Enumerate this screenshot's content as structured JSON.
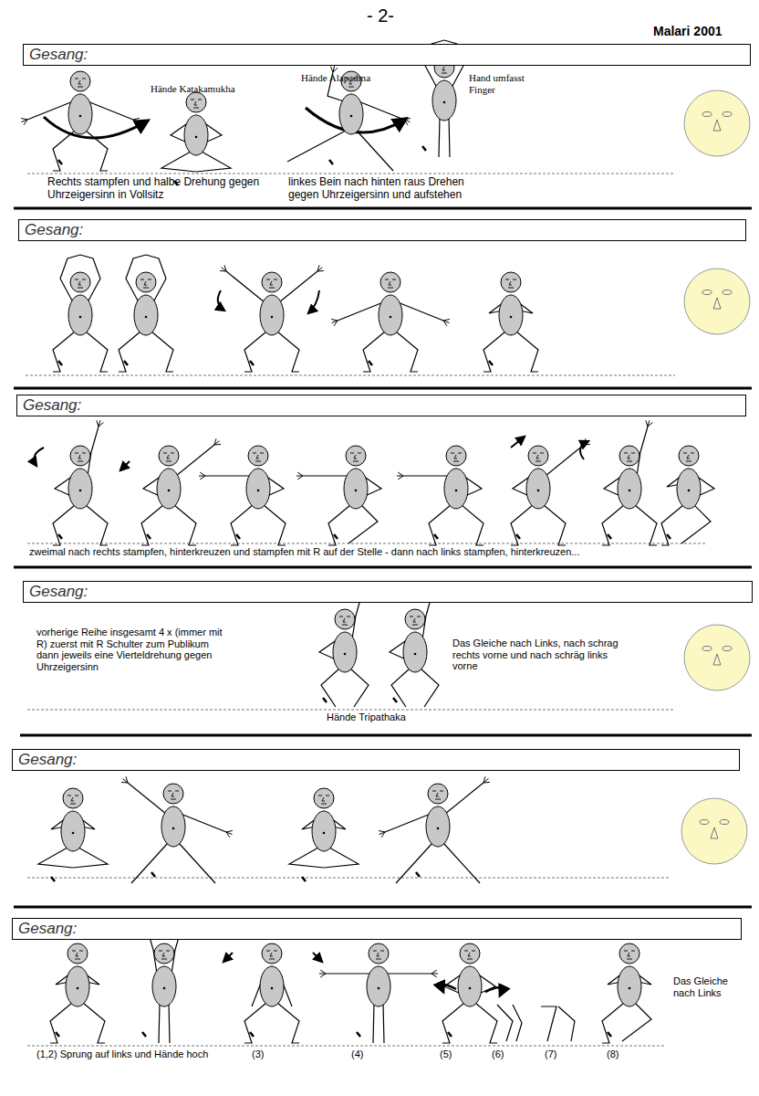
{
  "diagram": {
    "nodes": [
      {
        "text": [
          "Gesang:"
        ]
      },
      {
        "text": [
          "Gesang:"
        ]
      },
      {
        "text": [
          "Gesang:"
        ]
      },
      {
        "text": [
          "Gesang:"
        ]
      },
      {
        "text": [
          "Gesang:"
        ]
      },
      {
        "text": [
          "Gesang:"
        ]
      }
    ],
    "labels": [
      "- 2-",
      "Malari 2001",
      "Hände Katakamukha",
      "Hände Alapadma",
      "Hand umfasst Finger",
      "Rechts stampfen und halbe Drehung gegen Uhrzeigersinn in Vollsitz",
      "linkes Bein nach hinten raus Drehen gegen Uhrzeigersinn und aufstehen",
      "zweimal nach rechts stampfen, hinterkreuzen und stampfen mit R auf der Stelle - dann nach links stampfen, hinterkreuzen...",
      "vorherige Reihe insgesamt 4 x (immer mit R) zuerst mit R Schulter zum Publikum dann jeweils eine Vierteldrehung gegen Uhrzeigersinn",
      "Das Gleiche nach Links, nach schrag rechts vorne und nach schräg links vorne",
      "Hände Tripathaka",
      "(1,2) Sprung auf links und Hände hoch",
      "(3)",
      "(4)",
      "(5)",
      "(6)",
      "(7)",
      "(8)",
      "Das Gleiche nach Links"
    ]
  }
}
